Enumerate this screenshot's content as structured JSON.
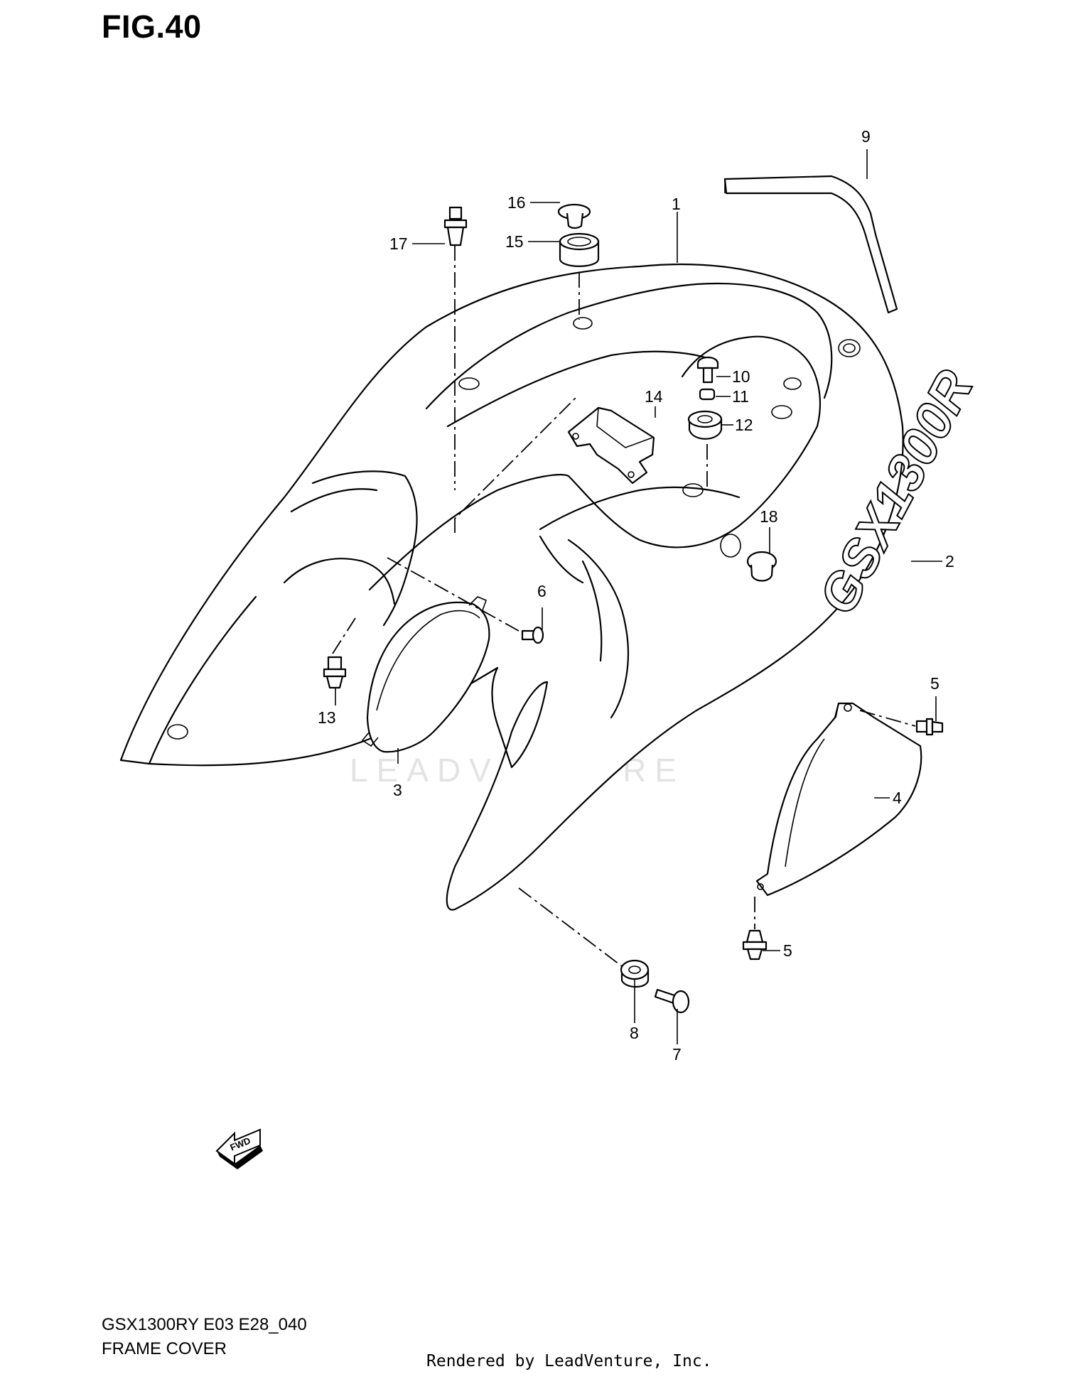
{
  "figure_title": "FIG.40",
  "callouts": [
    "1",
    "2",
    "3",
    "4",
    "5",
    "5",
    "6",
    "7",
    "8",
    "9",
    "10",
    "11",
    "12",
    "13",
    "14",
    "15",
    "16",
    "17",
    "18"
  ],
  "decal_text": "GSX1300R",
  "fwd_label": "FWD",
  "watermark": "LEADVENTURE",
  "footer": {
    "model_line": "GSX1300RY E03 E28_040",
    "section_name": "FRAME COVER"
  },
  "rendered_by": "Rendered by LeadVenture, Inc."
}
